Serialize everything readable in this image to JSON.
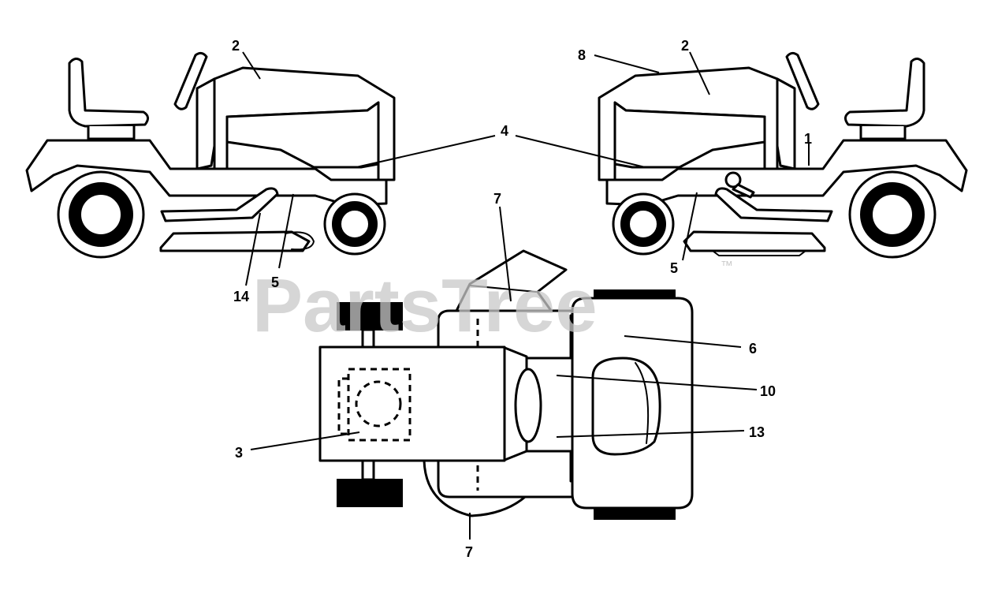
{
  "diagram": {
    "watermark": "PartsTree",
    "watermark_mark": "™",
    "callouts": {
      "c1": "1",
      "c2a": "2",
      "c2b": "2",
      "c3": "3",
      "c4": "4",
      "c5a": "5",
      "c5b": "5",
      "c6": "6",
      "c7a": "7",
      "c7b": "7",
      "c8": "8",
      "c10": "10",
      "c13": "13",
      "c14": "14"
    }
  },
  "colors": {
    "line": "#000000",
    "background": "#ffffff",
    "watermark": "#c9c9c9"
  }
}
